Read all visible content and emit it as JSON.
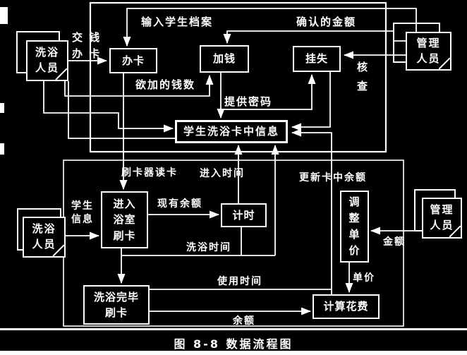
{
  "figure": {
    "caption": "图 8-8  数据流程图"
  },
  "entities": {
    "bather_top": "洗浴\n人员",
    "admin_top": "管理\n人员",
    "bather_bottom": "洗浴\n人员",
    "admin_bottom": "管理\n人员"
  },
  "processes": {
    "make_card": "办卡",
    "add_money": "加钱",
    "report_loss": "挂失",
    "card_info_store": "学生洗浴卡中信息",
    "enter_bath_swipe": "进入\n浴室\n刷卡",
    "timer": "计时",
    "adjust_unit_price": "调\n整\n单\n价",
    "finish_bath_swipe": "洗浴完毕\n刷卡",
    "calc_cost": "计算花费"
  },
  "flow_labels": {
    "pay_and_make_card": "交 钱\n办 卡",
    "input_student_file": "输入学生档案",
    "confirmed_amount": "确认的金额",
    "amount_to_add": "欲加的钱数",
    "check": "核\n查",
    "provide_password": "提供密码",
    "card_reader_read": "刷卡器读卡",
    "entry_time": "进入时间",
    "update_card_balance": "更新卡中余额",
    "student_info": "学生\n信息",
    "current_balance": "现有余额",
    "bath_time": "洗浴时间",
    "usage_time": "使用时间",
    "amount": "金额",
    "unit_price": "单价",
    "balance": "余额"
  },
  "colors": {
    "background": "#000000",
    "foreground": "#ffffff"
  }
}
